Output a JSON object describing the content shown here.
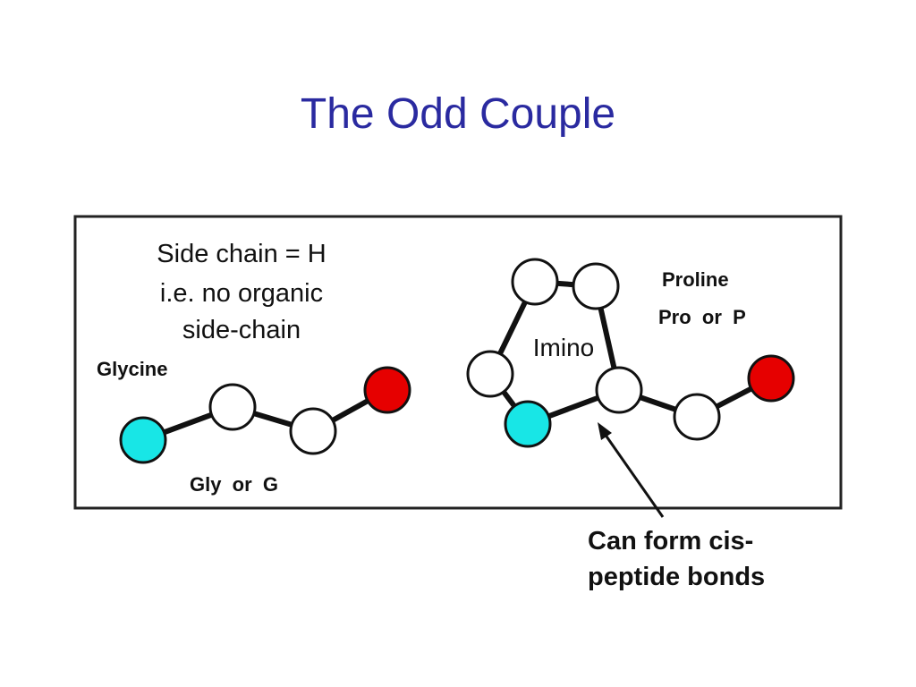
{
  "slide": {
    "title": "The Odd Couple"
  },
  "glycine": {
    "side_chain_lines": [
      "Side chain = H",
      "i.e. no organic",
      "side-chain"
    ],
    "name": "Glycine",
    "abbreviation": "Gly  or  G"
  },
  "proline": {
    "name": "Proline",
    "abbreviation": "Pro  or  P",
    "ring_label": "Imino"
  },
  "callout": {
    "lines": [
      "Can form cis-",
      "peptide bonds"
    ]
  },
  "colors": {
    "title": "#2a2aa0",
    "nitrogen": "#18e6e6",
    "oxygen": "#e60000",
    "carbon": "#ffffff",
    "bond": "#111111"
  }
}
